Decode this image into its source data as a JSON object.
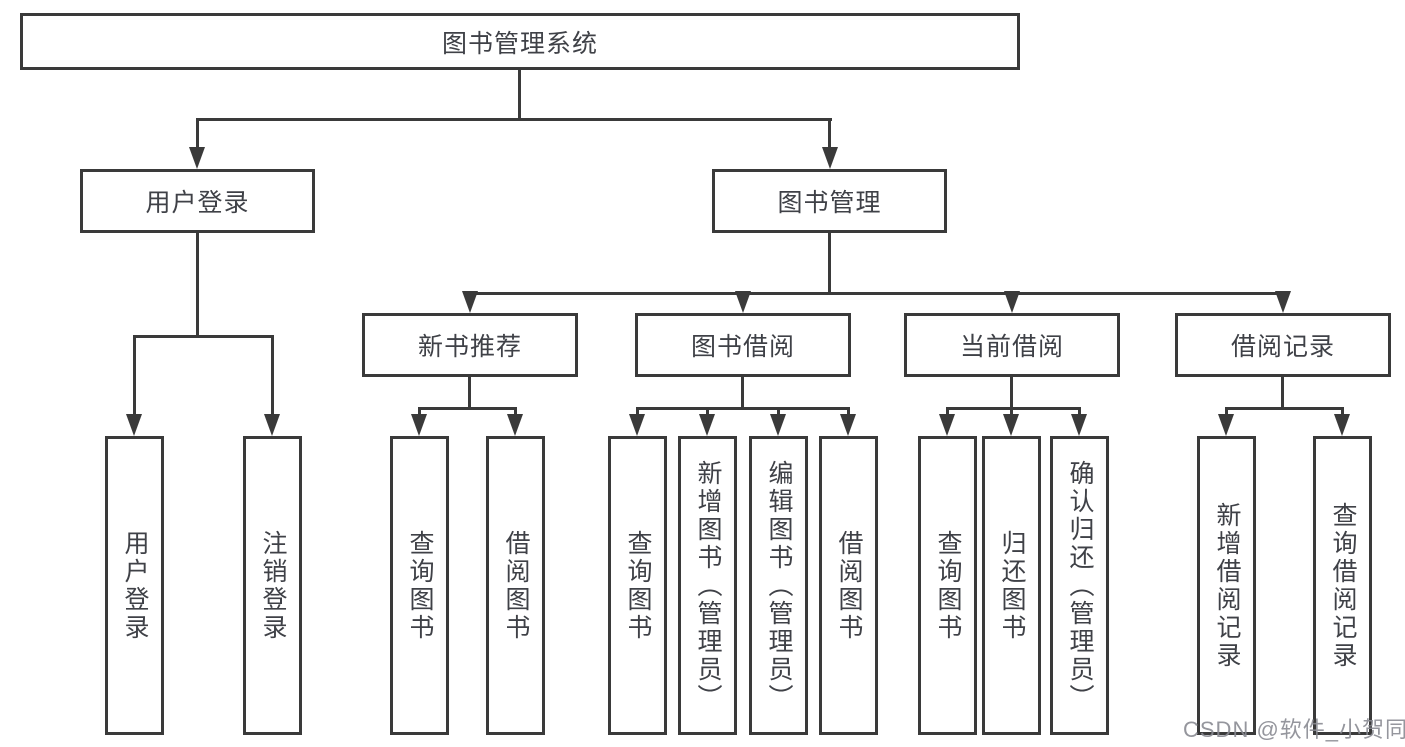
{
  "diagram": {
    "title": "图书管理系统",
    "root": {
      "label": "图书管理系统"
    },
    "level2": [
      {
        "label": "用户登录"
      },
      {
        "label": "图书管理"
      }
    ],
    "level3": [
      {
        "label": "新书推荐"
      },
      {
        "label": "图书借阅"
      },
      {
        "label": "当前借阅"
      },
      {
        "label": "借阅记录"
      }
    ],
    "leaves": {
      "user_login": [
        {
          "label": "用户登录"
        },
        {
          "label": "注销登录"
        }
      ],
      "new_book": [
        {
          "label": "查询图书"
        },
        {
          "label": "借阅图书"
        }
      ],
      "book_borrow": [
        {
          "label": "查询图书"
        },
        {
          "label": "新增图书（管理员）"
        },
        {
          "label": "编辑图书（管理员）"
        },
        {
          "label": "借阅图书"
        }
      ],
      "current_borrow": [
        {
          "label": "查询图书"
        },
        {
          "label": "归还图书"
        },
        {
          "label": "确认归还（管理员）"
        }
      ],
      "borrow_record": [
        {
          "label": "新增借阅记录"
        },
        {
          "label": "查询借阅记录"
        }
      ]
    },
    "colors": {
      "line": "#3a3a3a",
      "text": "#3f4147",
      "background": "#ffffff",
      "watermark": "#8a8b92"
    }
  },
  "watermark": {
    "text": "CSDN @软件_小贺同学"
  }
}
